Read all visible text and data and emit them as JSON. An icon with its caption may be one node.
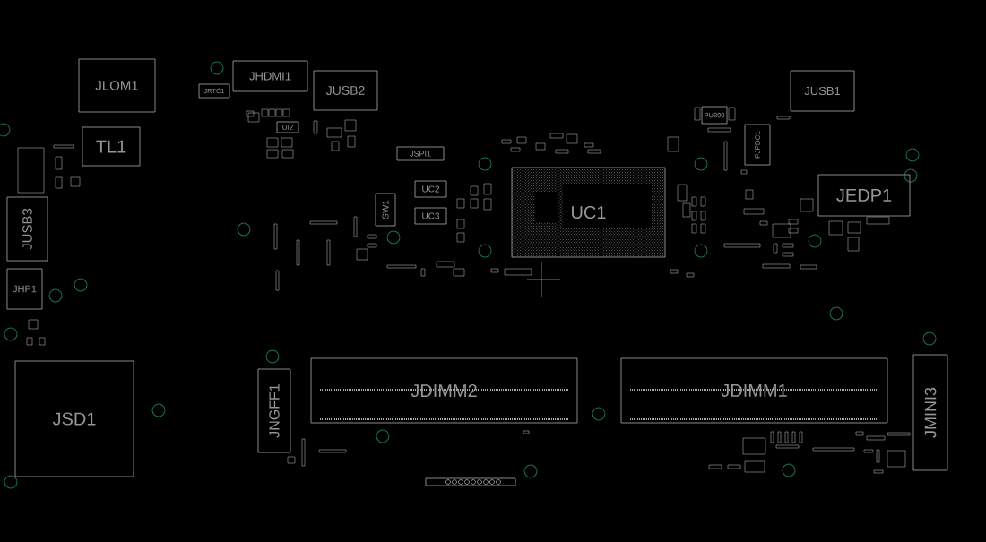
{
  "diagram": {
    "nodes": [
      {
        "text": [
          "JLOM1"
        ]
      },
      {
        "text": [
          "TL1"
        ]
      },
      {
        "text": [
          "JUSB3"
        ]
      },
      {
        "text": [
          "JHP1"
        ]
      },
      {
        "text": [
          "JSD1"
        ]
      },
      {
        "text": [
          "JRTC1"
        ]
      },
      {
        "text": [
          "JHDMI1"
        ]
      },
      {
        "text": [
          "JUSB2"
        ]
      },
      {
        "text": [
          "UI2"
        ]
      },
      {
        "text": [
          "JSPI1"
        ]
      },
      {
        "text": [
          "SW1"
        ]
      },
      {
        "text": [
          "UC2"
        ]
      },
      {
        "text": [
          "UC3"
        ]
      },
      {
        "text": [
          "UC1"
        ]
      },
      {
        "text": [
          "PU800"
        ]
      },
      {
        "text": [
          "PJPDC1"
        ]
      },
      {
        "text": [
          "JUSB1"
        ]
      },
      {
        "text": [
          "JEDP1"
        ]
      },
      {
        "text": [
          "JNGFF1"
        ]
      },
      {
        "text": [
          "JDIMM2"
        ]
      },
      {
        "text": [
          "JDIMM1"
        ]
      },
      {
        "text": [
          "JMINI3"
        ]
      }
    ]
  }
}
